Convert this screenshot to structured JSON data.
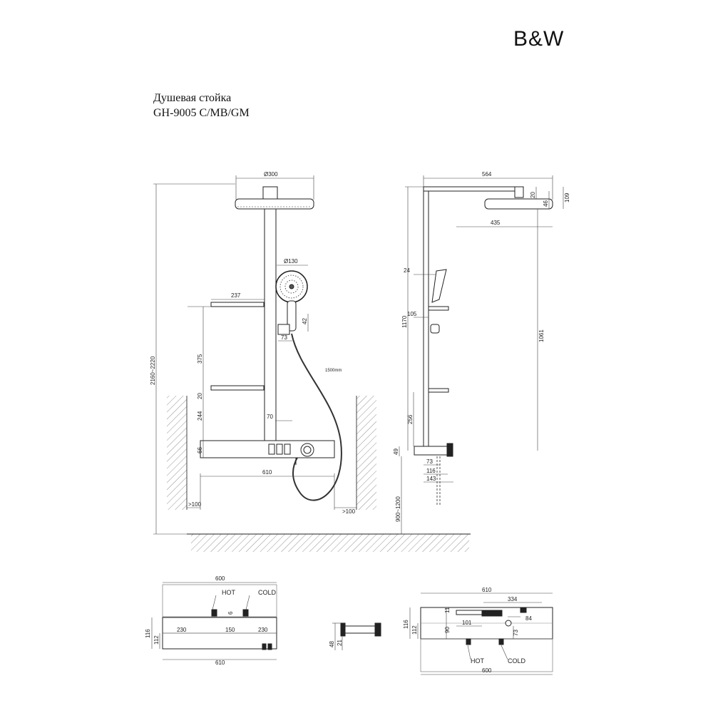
{
  "brand": {
    "logo_text": "B&W"
  },
  "header": {
    "title_line1": "Душевая стойка",
    "title_line2": "GH-9005 C/MB/GM"
  },
  "front_view": {
    "d_300": "Ø300",
    "d_130": "Ø130",
    "w_237": "237",
    "h_375": "375",
    "h_20": "20",
    "h_244": "244",
    "h_66": "66",
    "w_610": "610",
    "w_70": "70",
    "w_73": "73",
    "h_42": "42",
    "h_total": "2160~2220",
    "hose": "1500mm",
    "gap_left": ">100",
    "gap_right": ">100"
  },
  "side_view": {
    "w_564": "564",
    "w_435": "435",
    "h_20": "20",
    "h_46": "46",
    "h_109": "109",
    "w_24": "24",
    "h_1170": "1170",
    "h_1061": "1061",
    "w_105": "105",
    "h_256": "256",
    "h_49": "49",
    "w_73": "73",
    "w_116": "116",
    "w_143": "143",
    "h_install": "900~1200"
  },
  "top_view": {
    "w_600": "600",
    "hot": "HOT",
    "cold": "COLD",
    "w_230_left": "230",
    "w_150": "150",
    "w_230_right": "230",
    "h_116": "116",
    "h_112": "112",
    "w_610": "610",
    "w_6": "6"
  },
  "detail_view": {
    "h_48": "48",
    "h_21": "21"
  },
  "back_view": {
    "w_610": "610",
    "w_334": "334",
    "h_116": "116",
    "h_112": "112",
    "h_11": "11",
    "h_90": "90",
    "w_101": "101",
    "w_84": "84",
    "h_73": "73",
    "hot": "HOT",
    "cold": "COLD",
    "w_600": "600"
  }
}
